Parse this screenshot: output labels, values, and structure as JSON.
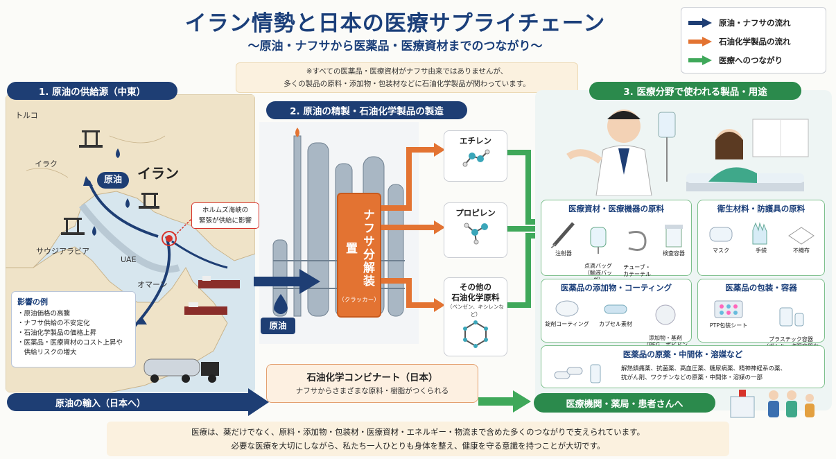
{
  "header": {
    "title": "イラン情勢と日本の医療サプライチェーン",
    "subtitle": "〜原油・ナフサから医薬品・医療資材までのつながり〜",
    "note_line1": "※すべての医薬品・医療資材がナフサ由来ではありませんが、",
    "note_line2": "多くの製品の原料・添加物・包装材などに石油化学製品が関わっています。"
  },
  "legend": {
    "items": [
      {
        "label": "原油・ナフサの流れ",
        "color": "#1e3e74"
      },
      {
        "label": "石油化学製品の流れ",
        "color": "#e37332"
      },
      {
        "label": "医療へのつながり",
        "color": "#3fa85a"
      }
    ]
  },
  "section1": {
    "title": "1. 原油の供給源（中東）",
    "map_labels": {
      "turkey": "トルコ",
      "iraq": "イラク",
      "iran": "イラン",
      "saudi": "サウジアラビア",
      "uae": "UAE",
      "oman": "オマーン",
      "crude": "原油"
    },
    "hormuz": {
      "line1": "ホルムズ海峡の",
      "line2": "緊張が供給に影響"
    },
    "impact": {
      "title": "影響の例",
      "items": [
        "・原油価格の高騰",
        "・ナフサ供給の不安定化",
        "・石油化学製品の価格上昇",
        "・医薬品・医療資材のコスト上昇や",
        "　供給リスクの増大"
      ]
    },
    "import_label": "原油の輸入（日本へ）"
  },
  "section2": {
    "title": "2. 原油の精製・石油化学製品の製造",
    "cracker_label": "ナフサ分解装置",
    "cracker_sub": "（クラッカー）",
    "crude_chip": "原油",
    "chemicals": [
      {
        "name": "エチレン",
        "sub": ""
      },
      {
        "name": "プロピレン",
        "sub": ""
      },
      {
        "name": "その他の\n石油化学原料",
        "sub": "（ベンゼン、キシレンなど）"
      }
    ],
    "kombinat": {
      "title": "石油化学コンビナート（日本）",
      "sub": "ナフサからさまざまな原料・樹脂がつくられる"
    }
  },
  "section3": {
    "title": "3. 医療分野で使われる製品・用途",
    "categories": {
      "devices": {
        "title": "医療資材・医療機器の原料",
        "items": [
          "注射器",
          "点滴バッグ\n（輸液バッグ）",
          "チューブ・\nカテーテル",
          "検査容器"
        ]
      },
      "hygiene": {
        "title": "衛生材料・防護具の原料",
        "items": [
          "マスク",
          "手袋",
          "不織布"
        ]
      },
      "additives": {
        "title": "医薬品の添加物・コーティング",
        "items": [
          "錠剤コーティング",
          "カプセル素材",
          "添加物・基剤\n（PEG、ポビドンなど）"
        ]
      },
      "packaging": {
        "title": "医薬品の包装・容器",
        "items": [
          "PTP包装シート",
          "プラスチック容器\n（ボトル・点眼容器など）"
        ]
      },
      "apis": {
        "title": "医薬品の原薬・中間体・溶媒など",
        "text_line1": "解熱鎮痛薬、抗菌薬、高血圧薬、糖尿病薬、精神神経系の薬、",
        "text_line2": "抗がん剤、ワクチンなどの原薬・中間体・溶媒の一部"
      }
    },
    "hospital_label": "医療機関・薬局・患者さんへ"
  },
  "footer": {
    "line1": "医療は、薬だけでなく、原料・添加物・包装材・医療資材・エネルギー・物流まで含めた多くのつながりで支えられています。",
    "line2": "必要な医療を大切にしながら、私たち一人ひとりも身体を整え、健康を守る意識を持つことが大切です。"
  }
}
